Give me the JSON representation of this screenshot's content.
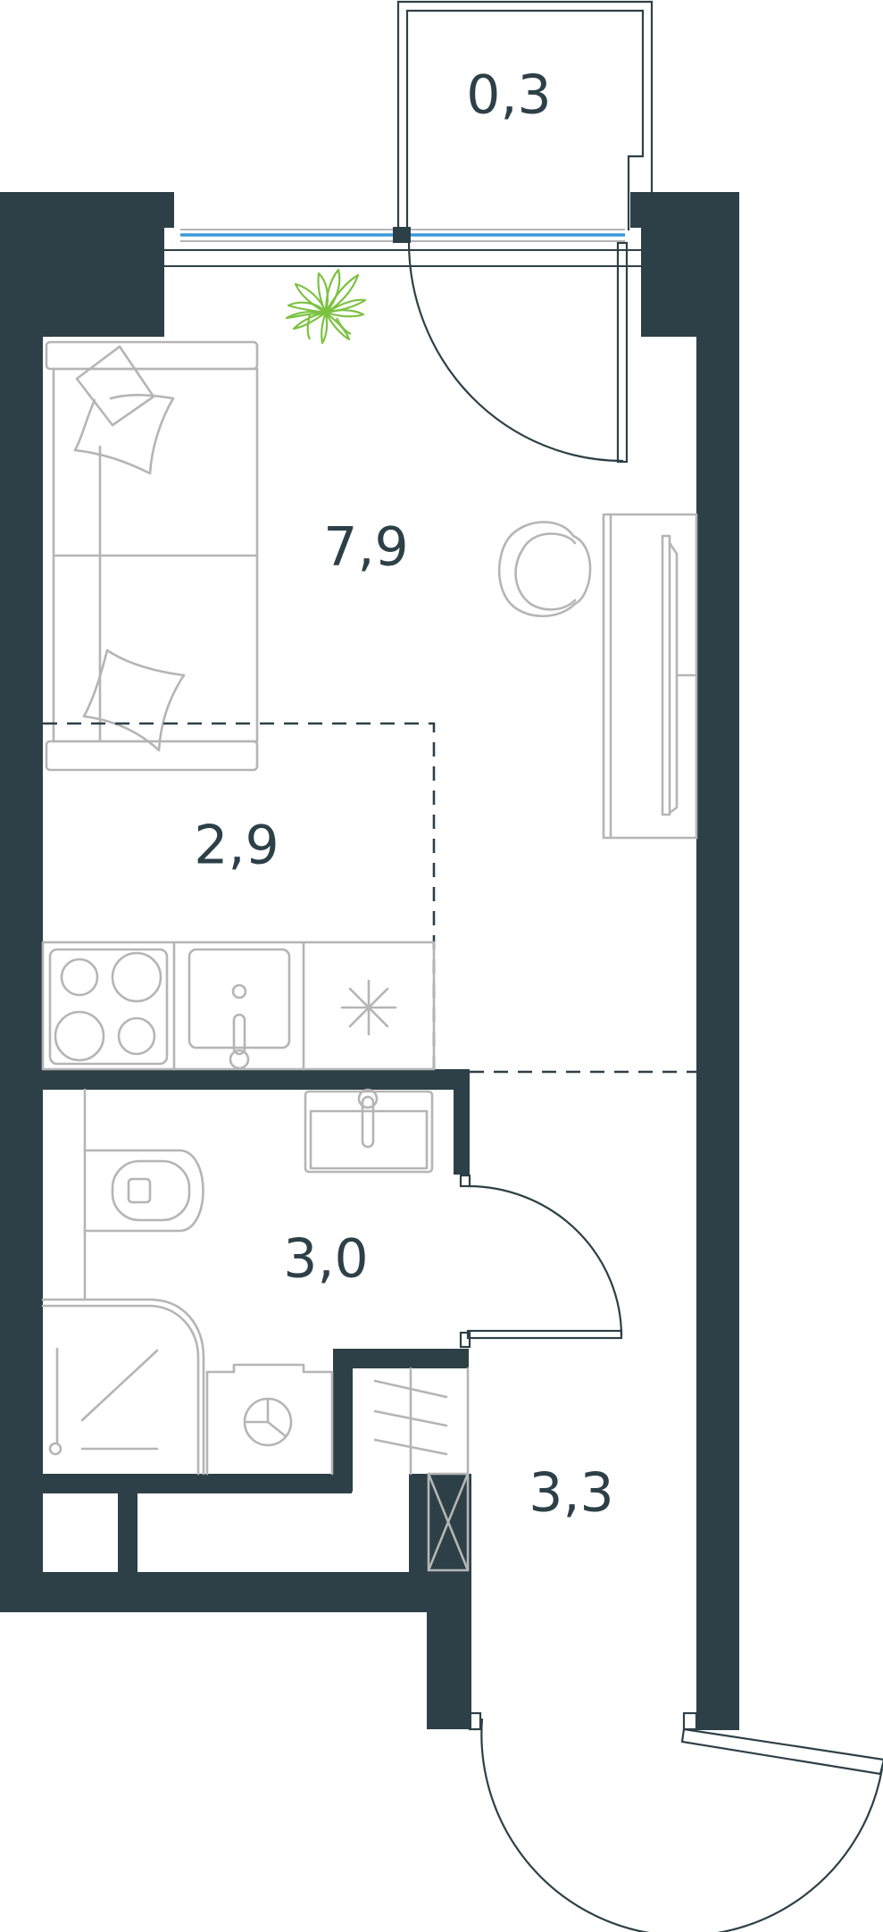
{
  "colors": {
    "wall": "#2d4047",
    "furniture": "#b5b5b5",
    "window_glass": "#3a9ad9",
    "plant": "#7cc242",
    "background": "#ffffff"
  },
  "rooms": [
    {
      "id": "balcony",
      "area": "0,3"
    },
    {
      "id": "living-room",
      "area": "7,9"
    },
    {
      "id": "kitchen",
      "area": "2,9"
    },
    {
      "id": "bathroom",
      "area": "3,0"
    },
    {
      "id": "hallway",
      "area": "3,3"
    }
  ]
}
